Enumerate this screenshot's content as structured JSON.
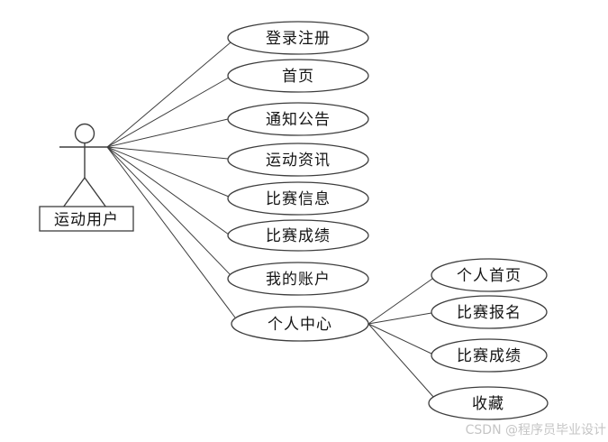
{
  "diagram": {
    "actor": {
      "label": "运动用户"
    },
    "usecases": [
      {
        "label": "登录注册"
      },
      {
        "label": "首页"
      },
      {
        "label": "通知公告"
      },
      {
        "label": "运动资讯"
      },
      {
        "label": "比赛信息"
      },
      {
        "label": "比赛成绩"
      },
      {
        "label": "我的账户"
      },
      {
        "label": "个人中心"
      }
    ],
    "sub_usecases": [
      {
        "label": "个人首页"
      },
      {
        "label": "比赛报名"
      },
      {
        "label": "比赛成绩"
      },
      {
        "label": "收藏"
      }
    ],
    "watermark": "CSDN @程序员毕业设计",
    "colors": {
      "stroke": "#3d3d3d",
      "text": "#141414",
      "watermark": "#c5c5c5",
      "background": "#ffffff"
    }
  }
}
